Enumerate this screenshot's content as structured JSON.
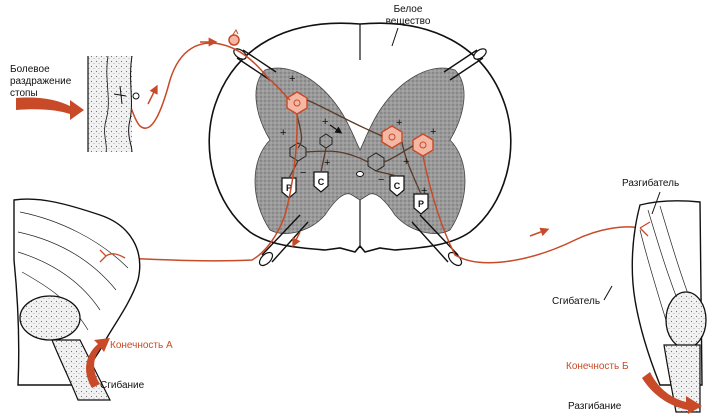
{
  "labels": {
    "white_matter": "Белое вещество",
    "pain_stimulus": "Болевое раздражение стопы",
    "extensor": "Разгибатель",
    "flexor": "Сгибатель",
    "limb_a": "Конечность А",
    "limb_b": "Конечность Б",
    "flexion": "Сгибание",
    "extension": "Разгибание"
  },
  "cell_markers": {
    "p": "Р",
    "c": "С"
  },
  "signs": {
    "plus": "+",
    "minus": "−"
  },
  "colors": {
    "nerve": "#c84a28",
    "gray_matter": "#8a8a8a",
    "ink": "#111111",
    "background": "#ffffff"
  }
}
